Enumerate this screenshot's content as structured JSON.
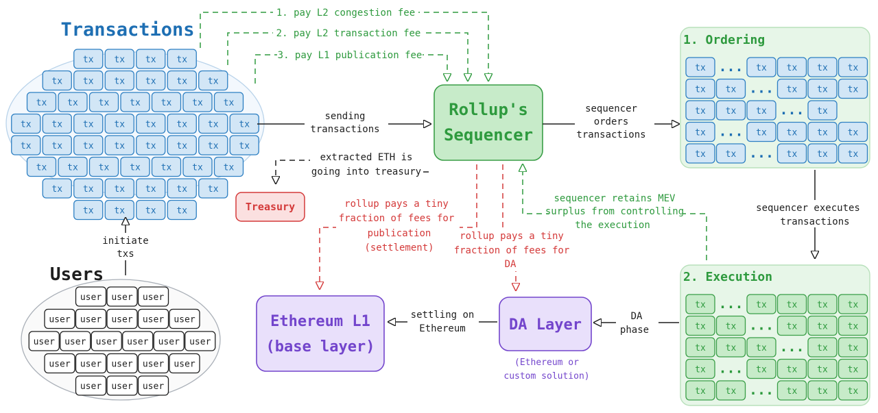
{
  "colors": {
    "blue": "#1e6fb3",
    "blue_fill": "#d2e6f6",
    "blue_stroke": "#2d7fc2",
    "green": "#2e9a3e",
    "green_fill": "#c7ebc9",
    "green_stroke": "#3a9e47",
    "red": "#d43a3a",
    "red_fill": "#fbe0e0",
    "purple": "#7345cc",
    "purple_fill": "#e9e0fb",
    "ink": "#1e1e1e",
    "gray_oval": "#aab0b8"
  },
  "transactions": {
    "title": "Transactions",
    "chip_label": "tx",
    "rows": [
      4,
      6,
      7,
      8,
      8,
      7,
      6,
      4
    ]
  },
  "users": {
    "title": "Users",
    "chip_label": "user",
    "rows": [
      3,
      5,
      6,
      5,
      3
    ]
  },
  "sequencer": {
    "line1": "Rollup's",
    "line2": "Sequencer"
  },
  "treasury": {
    "label": "Treasury"
  },
  "ethereum": {
    "line1": "Ethereum L1",
    "line2": "(base layer)"
  },
  "da_layer": {
    "label": "DA Layer",
    "note_line1": "(Ethereum or",
    "note_line2": "custom solution)"
  },
  "ordering": {
    "title": "1. Ordering",
    "chip_label": "tx",
    "ellipsis": "..."
  },
  "execution": {
    "title": "2. Execution",
    "chip_label": "tx",
    "ellipsis": "..."
  },
  "fees": {
    "fee1": "1. pay L2 congestion fee",
    "fee2": "2. pay L2 transaction fee",
    "fee3": "3. pay L1 publication fee"
  },
  "labels": {
    "sending_1": "sending",
    "sending_2": "transactions",
    "orders_1": "sequencer",
    "orders_2": "orders",
    "orders_3": "transactions",
    "treasury_1": "extracted ETH is",
    "treasury_2": "going into treasury",
    "executes_1": "sequencer executes",
    "executes_2": "transactions",
    "mev_1": "sequencer retains MEV",
    "mev_2": "surplus from controlling",
    "mev_3": "the execution",
    "settlement_1": "rollup pays a tiny",
    "settlement_2": "fraction of fees for",
    "settlement_3": "publication",
    "settlement_4": "(settlement)",
    "da_fees_1": "rollup pays a tiny",
    "da_fees_2": "fraction of fees for",
    "da_fees_3": "DA",
    "initiate_1": "initiate",
    "initiate_2": "txs",
    "settling_1": "settling on",
    "settling_2": "Ethereum",
    "da_phase_1": "DA",
    "da_phase_2": "phase"
  }
}
